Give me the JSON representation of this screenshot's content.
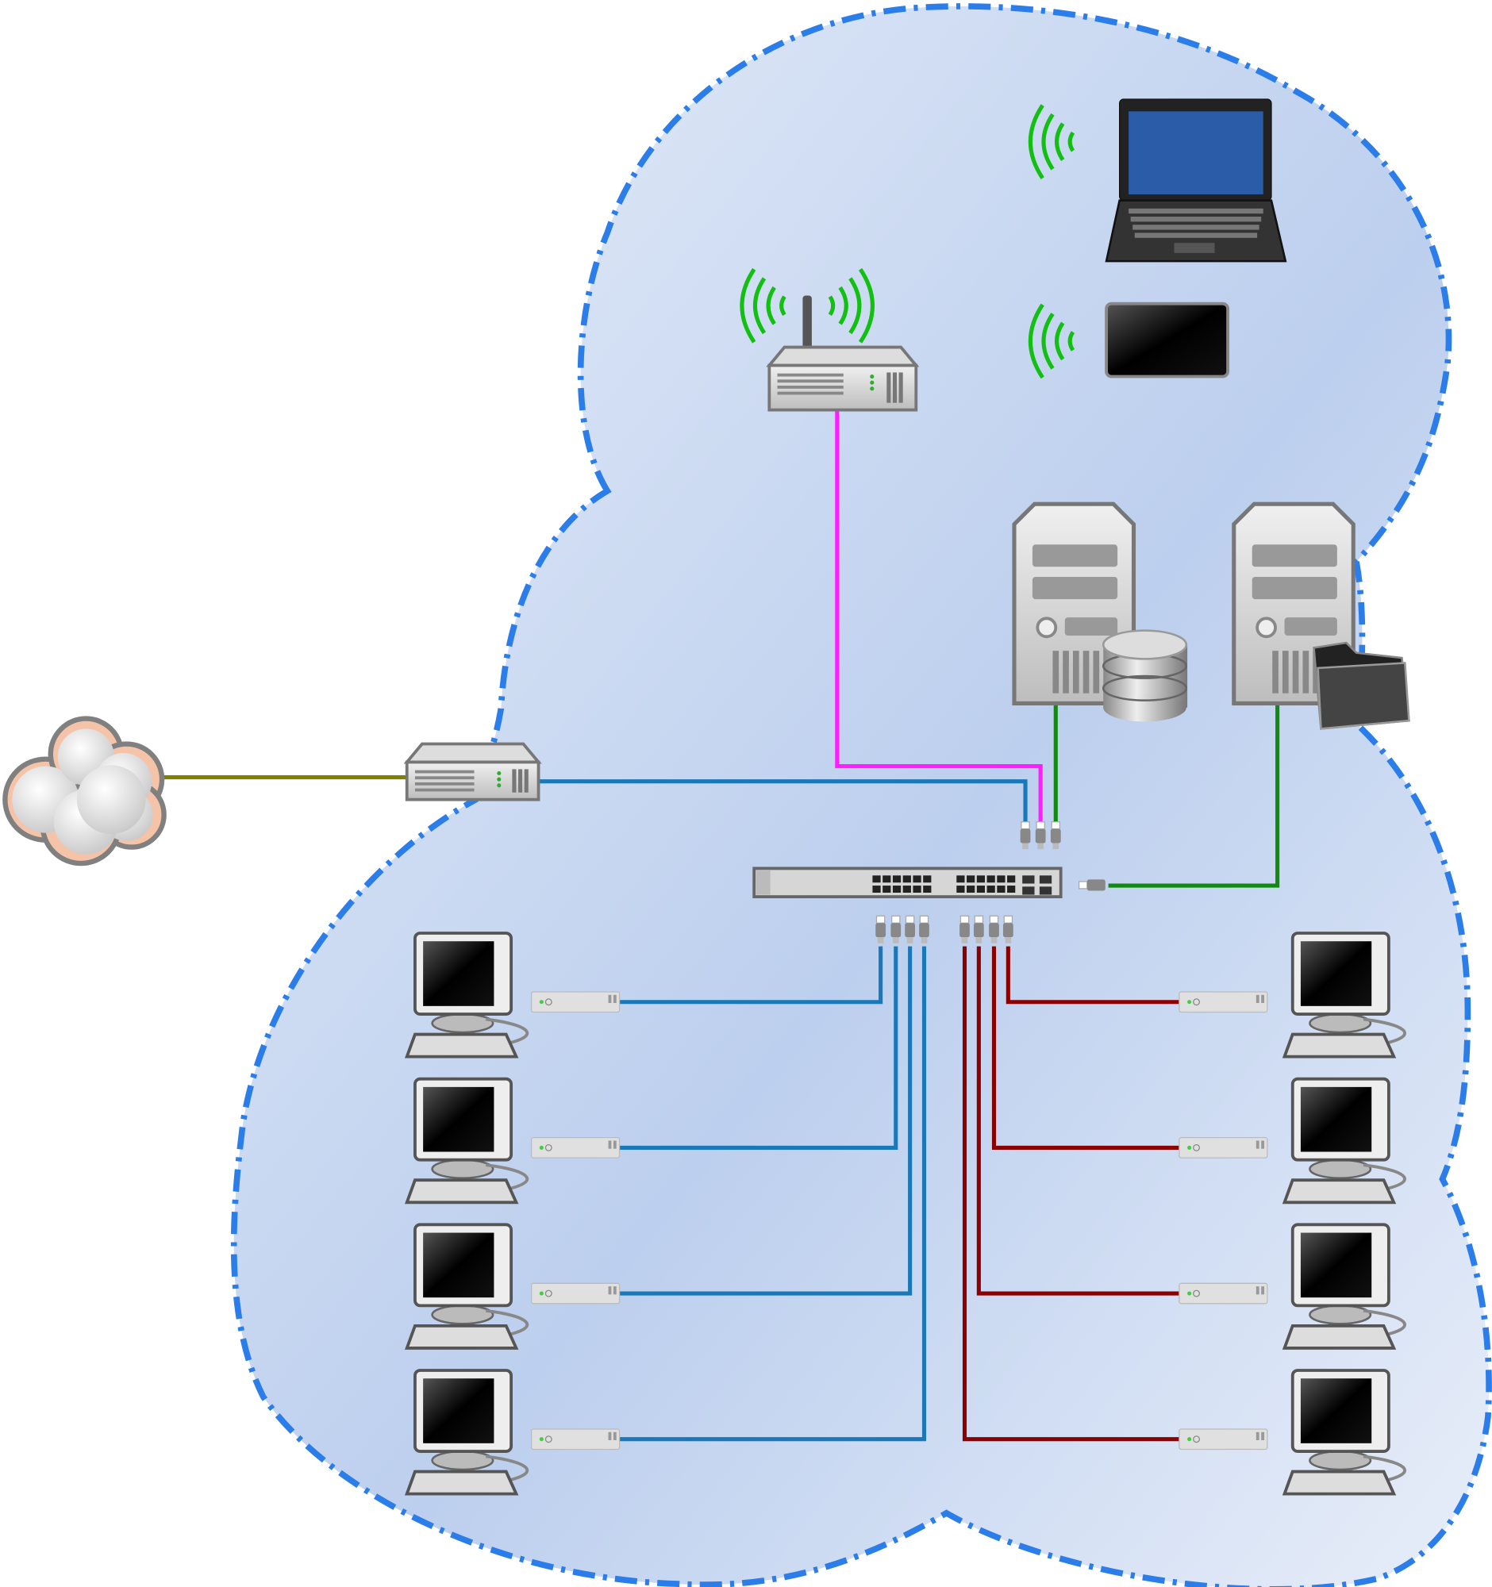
{
  "diagram": {
    "colors": {
      "lan_boundary": "#2b7de9",
      "lan_fill_light": "#e8eef9",
      "lan_fill_dark": "#bccfee",
      "internet_link": "#808000",
      "wan_link": "#1a78b8",
      "wifi_link": "#ff1eff",
      "server_link": "#128a12",
      "left_workstation_link": "#1a78b8",
      "right_workstation_link": "#8b0000",
      "wifi_signal": "#11c011"
    },
    "nodes": [
      {
        "id": "internet",
        "icon": "internet-cloud-icon"
      },
      {
        "id": "gateway",
        "icon": "router-icon"
      },
      {
        "id": "wireless-ap",
        "icon": "wireless-router-icon"
      },
      {
        "id": "laptop",
        "icon": "laptop-icon",
        "wireless": true
      },
      {
        "id": "tablet",
        "icon": "tablet-icon",
        "wireless": true
      },
      {
        "id": "database-server",
        "icon": "database-server-icon"
      },
      {
        "id": "file-server",
        "icon": "file-server-icon"
      },
      {
        "id": "switch",
        "icon": "network-switch-icon"
      },
      {
        "id": "workstations-left",
        "icon": "desktop-computer-icon",
        "count": 4
      },
      {
        "id": "workstations-right",
        "icon": "desktop-computer-icon",
        "count": 4
      }
    ]
  }
}
